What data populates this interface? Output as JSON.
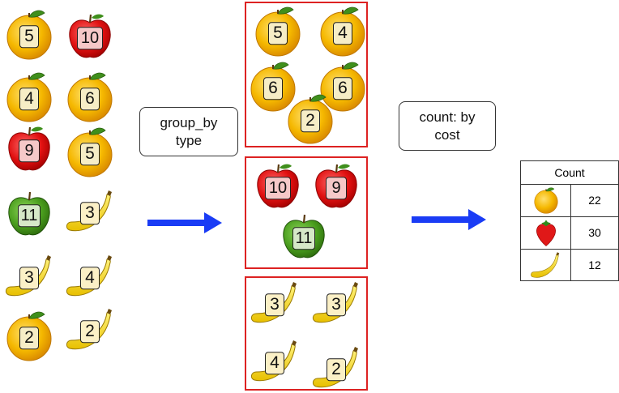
{
  "input_fruits": [
    {
      "type": "orange",
      "value": "5"
    },
    {
      "type": "apple-red",
      "value": "10"
    },
    {
      "type": "orange",
      "value": "4"
    },
    {
      "type": "orange",
      "value": "6"
    },
    {
      "type": "apple-red",
      "value": "9"
    },
    {
      "type": "orange",
      "value": "5"
    },
    {
      "type": "apple-green",
      "value": "11"
    },
    {
      "type": "banana",
      "value": "3"
    },
    {
      "type": "banana",
      "value": "3"
    },
    {
      "type": "banana",
      "value": "4"
    },
    {
      "type": "orange",
      "value": "2"
    },
    {
      "type": "banana",
      "value": "2"
    }
  ],
  "step1_label": "group_by type",
  "step2_label": "count: by cost",
  "groups": {
    "orange": [
      "5",
      "4",
      "6",
      "6",
      "2"
    ],
    "apple": [
      "10",
      "9",
      "11"
    ],
    "banana": [
      "3",
      "3",
      "4",
      "2"
    ]
  },
  "count_table": {
    "header": "Count",
    "rows": [
      {
        "icon": "orange-icon",
        "value": "22"
      },
      {
        "icon": "strawberry-icon",
        "value": "30"
      },
      {
        "icon": "banana-icon",
        "value": "12"
      }
    ]
  },
  "colors": {
    "group_border": "#dd2222",
    "arrow": "#1a3cf5"
  }
}
